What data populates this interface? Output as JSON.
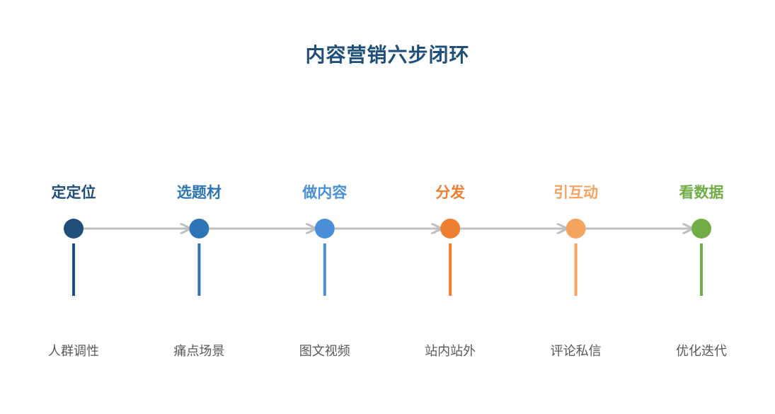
{
  "title": "内容营销六步闭环",
  "steps": [
    {
      "title": "定定位",
      "desc": "人群调性",
      "color": "#1f4e79"
    },
    {
      "title": "选题材",
      "desc": "痛点场景",
      "color": "#2e75b6"
    },
    {
      "title": "做内容",
      "desc": "图文视频",
      "color": "#4a90d9"
    },
    {
      "title": "分发",
      "desc": "站内站外",
      "color": "#ed7d31"
    },
    {
      "title": "引互动",
      "desc": "评论私信",
      "color": "#f4a460"
    },
    {
      "title": "看数据",
      "desc": "优化迭代",
      "color": "#70ad47"
    }
  ],
  "connector_color": "#bfbfbf"
}
